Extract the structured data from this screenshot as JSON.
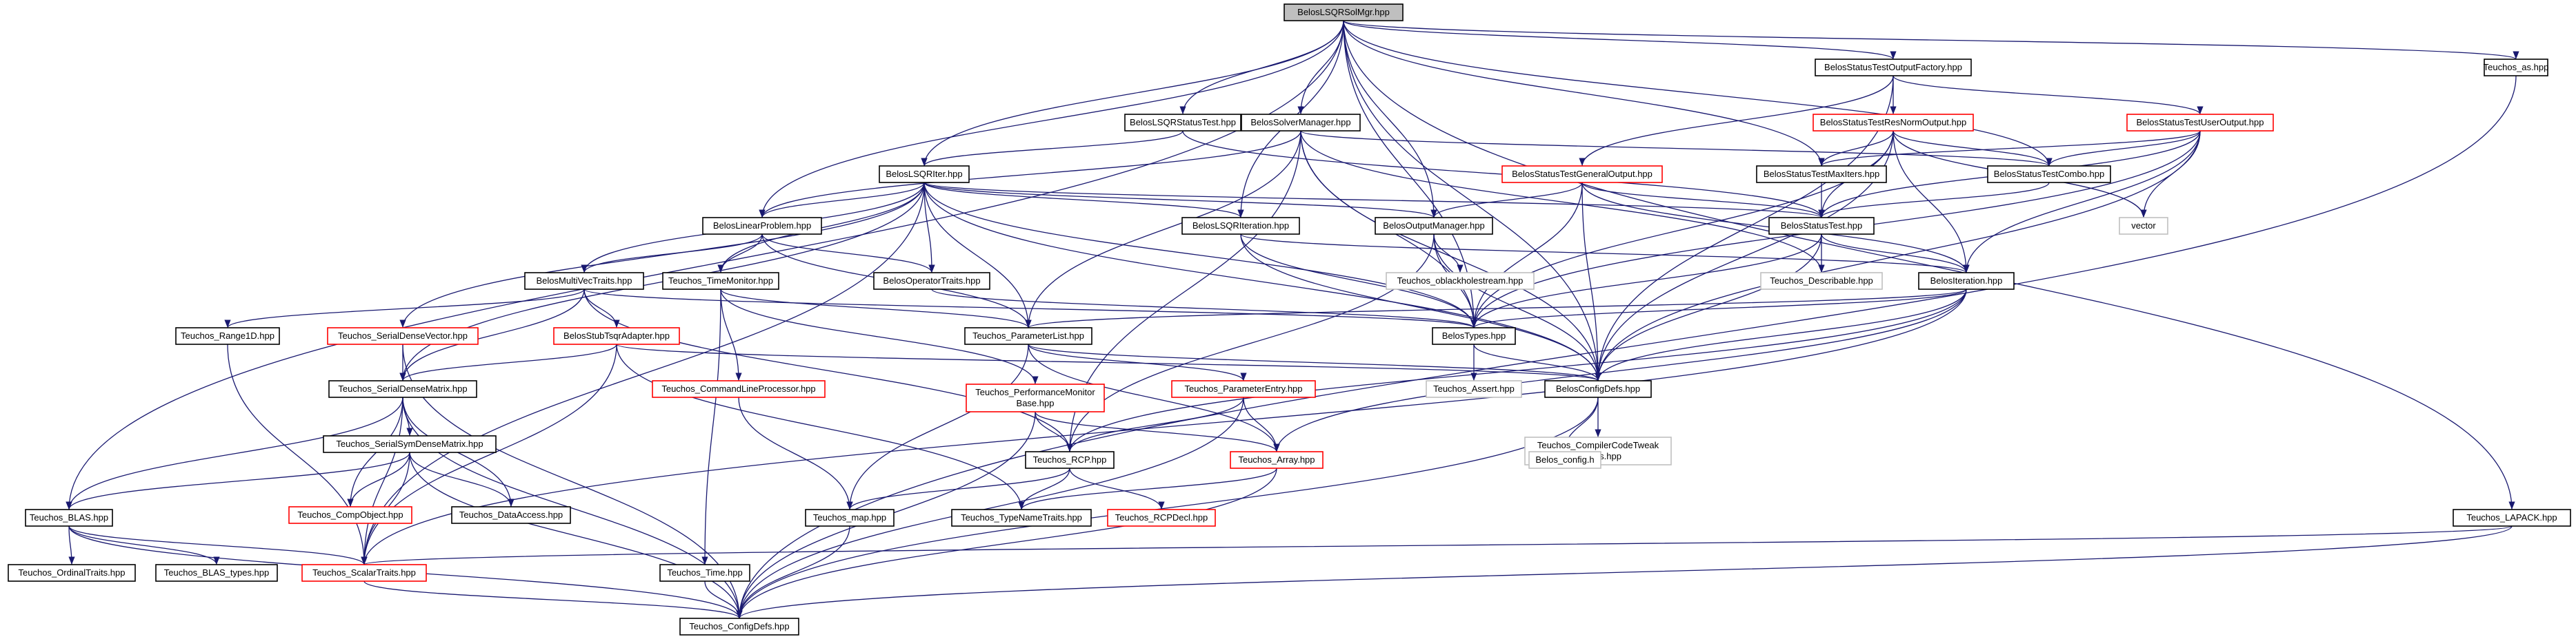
{
  "colors": {
    "edge": "#191970",
    "text": "#000000",
    "root_fill": "#bfbfbf",
    "node_fill": "#ffffff",
    "border_normal": "#000000",
    "border_linked": "#ff0000",
    "border_external": "#bfbfbf"
  },
  "nodes": [
    {
      "id": "root",
      "lines": [
        "BelosLSQRSolMgr.hpp"
      ],
      "kind": "root"
    },
    {
      "id": "teuchos_as",
      "lines": [
        "Teuchos_as.hpp"
      ],
      "kind": "normal"
    },
    {
      "id": "status_factory",
      "lines": [
        "BelosStatusTestOutputFactory.hpp"
      ],
      "kind": "normal"
    },
    {
      "id": "lsqr_status",
      "lines": [
        "BelosLSQRStatusTest.hpp"
      ],
      "kind": "normal"
    },
    {
      "id": "solver_manager",
      "lines": [
        "BelosSolverManager.hpp"
      ],
      "kind": "normal"
    },
    {
      "id": "resnorm_output",
      "lines": [
        "BelosStatusTestResNormOutput.hpp"
      ],
      "kind": "linked"
    },
    {
      "id": "user_output",
      "lines": [
        "BelosStatusTestUserOutput.hpp"
      ],
      "kind": "linked"
    },
    {
      "id": "lsqr_iter",
      "lines": [
        "BelosLSQRIter.hpp"
      ],
      "kind": "normal"
    },
    {
      "id": "general_output",
      "lines": [
        "BelosStatusTestGeneralOutput.hpp"
      ],
      "kind": "linked"
    },
    {
      "id": "maxiters",
      "lines": [
        "BelosStatusTestMaxIters.hpp"
      ],
      "kind": "normal"
    },
    {
      "id": "combo",
      "lines": [
        "BelosStatusTestCombo.hpp"
      ],
      "kind": "normal"
    },
    {
      "id": "linear_problem",
      "lines": [
        "BelosLinearProblem.hpp"
      ],
      "kind": "normal"
    },
    {
      "id": "lsqr_iteration",
      "lines": [
        "BelosLSQRIteration.hpp"
      ],
      "kind": "normal"
    },
    {
      "id": "output_manager",
      "lines": [
        "BelosOutputManager.hpp"
      ],
      "kind": "normal"
    },
    {
      "id": "status_test",
      "lines": [
        "BelosStatusTest.hpp"
      ],
      "kind": "normal"
    },
    {
      "id": "vector",
      "lines": [
        "vector"
      ],
      "kind": "external"
    },
    {
      "id": "multivec_traits",
      "lines": [
        "BelosMultiVecTraits.hpp"
      ],
      "kind": "normal"
    },
    {
      "id": "time_monitor",
      "lines": [
        "Teuchos_TimeMonitor.hpp"
      ],
      "kind": "normal"
    },
    {
      "id": "operator_traits",
      "lines": [
        "BelosOperatorTraits.hpp"
      ],
      "kind": "normal"
    },
    {
      "id": "oblackhole",
      "lines": [
        "Teuchos_oblackholestream.hpp"
      ],
      "kind": "external"
    },
    {
      "id": "describable",
      "lines": [
        "Teuchos_Describable.hpp"
      ],
      "kind": "external"
    },
    {
      "id": "belos_iteration",
      "lines": [
        "BelosIteration.hpp"
      ],
      "kind": "normal"
    },
    {
      "id": "range1d",
      "lines": [
        "Teuchos_Range1D.hpp"
      ],
      "kind": "normal"
    },
    {
      "id": "serial_dense_vector",
      "lines": [
        "Teuchos_SerialDenseVector.hpp"
      ],
      "kind": "linked"
    },
    {
      "id": "stub_tsqr",
      "lines": [
        "BelosStubTsqrAdapter.hpp"
      ],
      "kind": "linked"
    },
    {
      "id": "parameter_list",
      "lines": [
        "Teuchos_ParameterList.hpp"
      ],
      "kind": "normal"
    },
    {
      "id": "belos_types",
      "lines": [
        "BelosTypes.hpp"
      ],
      "kind": "normal"
    },
    {
      "id": "serial_dense_matrix",
      "lines": [
        "Teuchos_SerialDenseMatrix.hpp"
      ],
      "kind": "normal"
    },
    {
      "id": "cmdline",
      "lines": [
        "Teuchos_CommandLineProcessor.hpp"
      ],
      "kind": "linked"
    },
    {
      "id": "perf_monitor",
      "lines": [
        "Teuchos_PerformanceMonitor",
        "Base.hpp"
      ],
      "kind": "linked"
    },
    {
      "id": "param_entry",
      "lines": [
        "Teuchos_ParameterEntry.hpp"
      ],
      "kind": "linked"
    },
    {
      "id": "teuchos_assert",
      "lines": [
        "Teuchos_Assert.hpp"
      ],
      "kind": "external"
    },
    {
      "id": "config_defs",
      "lines": [
        "BelosConfigDefs.hpp"
      ],
      "kind": "normal"
    },
    {
      "id": "serial_sym",
      "lines": [
        "Teuchos_SerialSymDenseMatrix.hpp"
      ],
      "kind": "normal"
    },
    {
      "id": "compiler_tweak",
      "lines": [
        "Teuchos_CompilerCodeTweak",
        "Macros.hpp"
      ],
      "kind": "external"
    },
    {
      "id": "rcp",
      "lines": [
        "Teuchos_RCP.hpp"
      ],
      "kind": "normal"
    },
    {
      "id": "teuchos_array",
      "lines": [
        "Teuchos_Array.hpp"
      ],
      "kind": "linked"
    },
    {
      "id": "belos_config",
      "lines": [
        "Belos_config.h"
      ],
      "kind": "external"
    },
    {
      "id": "comp_object",
      "lines": [
        "Teuchos_CompObject.hpp"
      ],
      "kind": "linked"
    },
    {
      "id": "data_access",
      "lines": [
        "Teuchos_DataAccess.hpp"
      ],
      "kind": "normal"
    },
    {
      "id": "blas",
      "lines": [
        "Teuchos_BLAS.hpp"
      ],
      "kind": "normal"
    },
    {
      "id": "teuchos_map",
      "lines": [
        "Teuchos_map.hpp"
      ],
      "kind": "normal"
    },
    {
      "id": "typename_traits",
      "lines": [
        "Teuchos_TypeNameTraits.hpp"
      ],
      "kind": "normal"
    },
    {
      "id": "rcp_decl",
      "lines": [
        "Teuchos_RCPDecl.hpp"
      ],
      "kind": "linked"
    },
    {
      "id": "lapack",
      "lines": [
        "Teuchos_LAPACK.hpp"
      ],
      "kind": "normal"
    },
    {
      "id": "ordinal_traits",
      "lines": [
        "Teuchos_OrdinalTraits.hpp"
      ],
      "kind": "normal"
    },
    {
      "id": "blas_types",
      "lines": [
        "Teuchos_BLAS_types.hpp"
      ],
      "kind": "normal"
    },
    {
      "id": "scalar_traits",
      "lines": [
        "Teuchos_ScalarTraits.hpp"
      ],
      "kind": "linked"
    },
    {
      "id": "teuchos_time",
      "lines": [
        "Teuchos_Time.hpp"
      ],
      "kind": "normal"
    },
    {
      "id": "config_defs_teuchos",
      "lines": [
        "Teuchos_ConfigDefs.hpp"
      ],
      "kind": "normal"
    }
  ],
  "edges": [
    [
      "root",
      "teuchos_as"
    ],
    [
      "root",
      "status_factory"
    ],
    [
      "root",
      "lsqr_status"
    ],
    [
      "root",
      "solver_manager"
    ],
    [
      "root",
      "lsqr_iter"
    ],
    [
      "root",
      "linear_problem"
    ],
    [
      "root",
      "lsqr_iteration"
    ],
    [
      "root",
      "output_manager"
    ],
    [
      "root",
      "maxiters"
    ],
    [
      "root",
      "combo"
    ],
    [
      "root",
      "belos_types"
    ],
    [
      "root",
      "config_defs"
    ],
    [
      "root",
      "blas"
    ],
    [
      "root",
      "lapack"
    ],
    [
      "teuchos_as",
      "config_defs_teuchos"
    ],
    [
      "status_factory",
      "resnorm_output"
    ],
    [
      "status_factory",
      "user_output"
    ],
    [
      "status_factory",
      "general_output"
    ],
    [
      "status_factory",
      "config_defs"
    ],
    [
      "lsqr_status",
      "lsqr_iter"
    ],
    [
      "lsqr_status",
      "status_test"
    ],
    [
      "solver_manager",
      "linear_problem"
    ],
    [
      "solver_manager",
      "belos_types"
    ],
    [
      "solver_manager",
      "parameter_list"
    ],
    [
      "solver_manager",
      "rcp"
    ],
    [
      "solver_manager",
      "config_defs"
    ],
    [
      "solver_manager",
      "describable"
    ],
    [
      "solver_manager",
      "combo"
    ],
    [
      "resnorm_output",
      "maxiters"
    ],
    [
      "resnorm_output",
      "combo"
    ],
    [
      "resnorm_output",
      "status_test"
    ],
    [
      "resnorm_output",
      "belos_iteration"
    ],
    [
      "resnorm_output",
      "belos_types"
    ],
    [
      "resnorm_output",
      "config_defs"
    ],
    [
      "resnorm_output",
      "vector"
    ],
    [
      "user_output",
      "maxiters"
    ],
    [
      "user_output",
      "combo"
    ],
    [
      "user_output",
      "status_test"
    ],
    [
      "user_output",
      "belos_iteration"
    ],
    [
      "user_output",
      "vector"
    ],
    [
      "user_output",
      "config_defs"
    ],
    [
      "user_output",
      "belos_types"
    ],
    [
      "general_output",
      "output_manager"
    ],
    [
      "general_output",
      "status_test"
    ],
    [
      "general_output",
      "belos_iteration"
    ],
    [
      "general_output",
      "belos_types"
    ],
    [
      "general_output",
      "config_defs"
    ],
    [
      "maxiters",
      "status_test"
    ],
    [
      "combo",
      "status_test"
    ],
    [
      "lsqr_iter",
      "linear_problem"
    ],
    [
      "lsqr_iter",
      "lsqr_iteration"
    ],
    [
      "lsqr_iter",
      "output_manager"
    ],
    [
      "lsqr_iter",
      "status_test"
    ],
    [
      "lsqr_iter",
      "multivec_traits"
    ],
    [
      "lsqr_iter",
      "time_monitor"
    ],
    [
      "lsqr_iter",
      "operator_traits"
    ],
    [
      "lsqr_iter",
      "belos_types"
    ],
    [
      "lsqr_iter",
      "serial_dense_matrix"
    ],
    [
      "lsqr_iter",
      "serial_dense_vector"
    ],
    [
      "lsqr_iter",
      "scalar_traits"
    ],
    [
      "lsqr_iter",
      "parameter_list"
    ],
    [
      "lsqr_iter",
      "config_defs"
    ],
    [
      "linear_problem",
      "multivec_traits"
    ],
    [
      "linear_problem",
      "operator_traits"
    ],
    [
      "linear_problem",
      "time_monitor"
    ],
    [
      "linear_problem",
      "parameter_list"
    ],
    [
      "lsqr_iteration",
      "belos_iteration"
    ],
    [
      "lsqr_iteration",
      "belos_types"
    ],
    [
      "lsqr_iteration",
      "config_defs"
    ],
    [
      "output_manager",
      "oblackhole"
    ],
    [
      "output_manager",
      "belos_types"
    ],
    [
      "output_manager",
      "rcp"
    ],
    [
      "output_manager",
      "config_defs"
    ],
    [
      "status_test",
      "describable"
    ],
    [
      "status_test",
      "belos_iteration"
    ],
    [
      "status_test",
      "belos_types"
    ],
    [
      "status_test",
      "config_defs"
    ],
    [
      "multivec_traits",
      "range1d"
    ],
    [
      "multivec_traits",
      "stub_tsqr"
    ],
    [
      "multivec_traits",
      "serial_dense_matrix"
    ],
    [
      "multivec_traits",
      "belos_types"
    ],
    [
      "multivec_traits",
      "rcp"
    ],
    [
      "time_monitor",
      "parameter_list"
    ],
    [
      "time_monitor",
      "cmdline"
    ],
    [
      "time_monitor",
      "perf_monitor"
    ],
    [
      "time_monitor",
      "teuchos_time"
    ],
    [
      "operator_traits",
      "belos_types"
    ],
    [
      "belos_iteration",
      "belos_types"
    ],
    [
      "belos_iteration",
      "parameter_list"
    ],
    [
      "belos_iteration",
      "rcp"
    ],
    [
      "belos_iteration",
      "teuchos_array"
    ],
    [
      "belos_iteration",
      "scalar_traits"
    ],
    [
      "belos_iteration",
      "config_defs"
    ],
    [
      "range1d",
      "scalar_traits"
    ],
    [
      "serial_dense_vector",
      "serial_dense_matrix"
    ],
    [
      "serial_dense_vector",
      "config_defs_teuchos"
    ],
    [
      "stub_tsqr",
      "serial_dense_matrix"
    ],
    [
      "stub_tsqr",
      "config_defs"
    ],
    [
      "stub_tsqr",
      "scalar_traits"
    ],
    [
      "stub_tsqr",
      "typename_traits"
    ],
    [
      "parameter_list",
      "param_entry"
    ],
    [
      "parameter_list",
      "teuchos_map"
    ],
    [
      "parameter_list",
      "teuchos_array"
    ],
    [
      "parameter_list",
      "config_defs"
    ],
    [
      "belos_types",
      "teuchos_assert"
    ],
    [
      "belos_types",
      "config_defs"
    ],
    [
      "serial_dense_matrix",
      "serial_sym"
    ],
    [
      "serial_dense_matrix",
      "comp_object"
    ],
    [
      "serial_dense_matrix",
      "blas"
    ],
    [
      "serial_dense_matrix",
      "data_access"
    ],
    [
      "serial_dense_matrix",
      "scalar_traits"
    ],
    [
      "serial_dense_matrix",
      "config_defs_teuchos"
    ],
    [
      "cmdline",
      "teuchos_map"
    ],
    [
      "perf_monitor",
      "rcp"
    ],
    [
      "perf_monitor",
      "teuchos_array"
    ],
    [
      "perf_monitor",
      "config_defs_teuchos"
    ],
    [
      "param_entry",
      "rcp"
    ],
    [
      "param_entry",
      "teuchos_array"
    ],
    [
      "param_entry",
      "config_defs_teuchos"
    ],
    [
      "config_defs",
      "compiler_tweak"
    ],
    [
      "config_defs",
      "belos_config"
    ],
    [
      "config_defs",
      "config_defs_teuchos"
    ],
    [
      "serial_sym",
      "blas"
    ],
    [
      "serial_sym",
      "comp_object"
    ],
    [
      "serial_sym",
      "data_access"
    ],
    [
      "serial_sym",
      "scalar_traits"
    ],
    [
      "serial_sym",
      "config_defs_teuchos"
    ],
    [
      "rcp",
      "teuchos_map"
    ],
    [
      "rcp",
      "typename_traits"
    ],
    [
      "rcp",
      "rcp_decl"
    ],
    [
      "teuchos_array",
      "typename_traits"
    ],
    [
      "teuchos_array",
      "config_defs_teuchos"
    ],
    [
      "blas",
      "ordinal_traits"
    ],
    [
      "blas",
      "blas_types"
    ],
    [
      "blas",
      "scalar_traits"
    ],
    [
      "blas",
      "config_defs_teuchos"
    ],
    [
      "teuchos_map",
      "config_defs_teuchos"
    ],
    [
      "lapack",
      "scalar_traits"
    ],
    [
      "lapack",
      "config_defs_teuchos"
    ],
    [
      "scalar_traits",
      "config_defs_teuchos"
    ],
    [
      "teuchos_time",
      "config_defs_teuchos"
    ]
  ]
}
